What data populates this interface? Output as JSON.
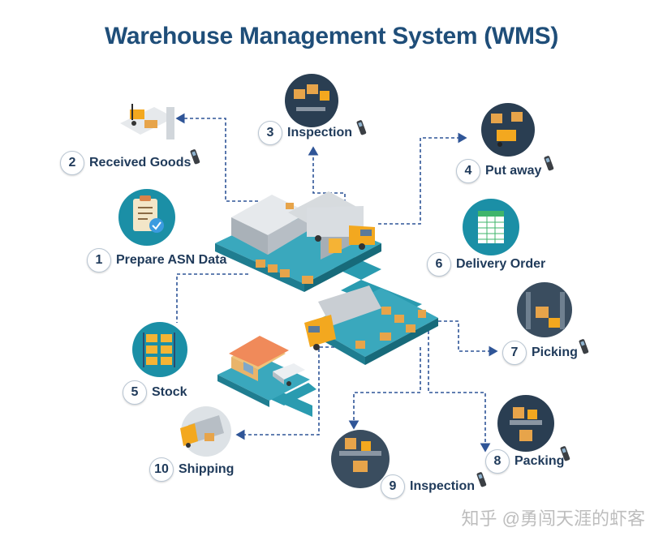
{
  "title": "Warehouse Management System (WMS)",
  "steps": [
    {
      "num": "1",
      "label": "Prepare ASN Data"
    },
    {
      "num": "2",
      "label": "Received Goods"
    },
    {
      "num": "3",
      "label": "Inspection"
    },
    {
      "num": "4",
      "label": "Put away"
    },
    {
      "num": "5",
      "label": "Stock"
    },
    {
      "num": "6",
      "label": "Delivery Order"
    },
    {
      "num": "7",
      "label": "Picking"
    },
    {
      "num": "8",
      "label": "Packing"
    },
    {
      "num": "9",
      "label": "Inspection"
    },
    {
      "num": "10",
      "label": "Shipping"
    }
  ],
  "watermark": "知乎 @勇闯天涯的虾客",
  "colors": {
    "title": "#1f4e79",
    "arrow": "#2f5597",
    "road": "#2a9bb0",
    "label": "#1f3a5a"
  }
}
